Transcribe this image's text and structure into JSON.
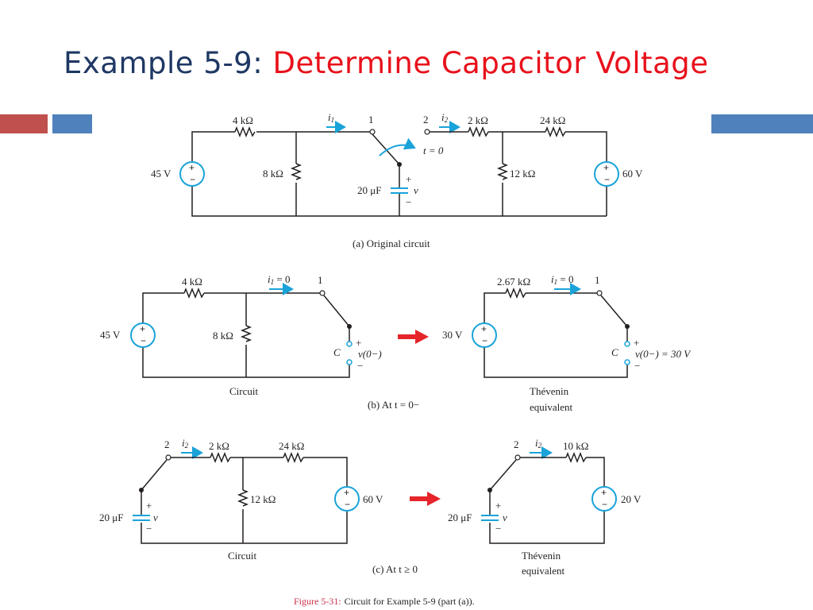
{
  "title": {
    "prefix": "Example 5-9:",
    "main": "Determine Capacitor Voltage"
  },
  "colors": {
    "title_dark_blue": "#1f3864",
    "title_red": "#e8111b",
    "bar_red": "#c0504d",
    "bar_blue": "#4f81bd",
    "wire_cyan": "#1aa3d9",
    "arrow_red": "#e5252a",
    "caption_red": "#c9304a"
  },
  "panel_a": {
    "r1": "4 kΩ",
    "r2": "8 kΩ",
    "r3": "2 kΩ",
    "r4": "24 kΩ",
    "r5": "12 kΩ",
    "v1": "45 V",
    "v2": "60 V",
    "i1": "i",
    "i1_sub": "1",
    "i2": "i",
    "i2_sub": "2",
    "node1": "1",
    "node2": "2",
    "t_label": "t = 0",
    "cap": "20 μF",
    "v": "v",
    "plus": "+",
    "minus": "−",
    "caption": "(a) Original circuit"
  },
  "panel_b_left": {
    "r1": "4 kΩ",
    "r2": "8 kΩ",
    "v1": "45 V",
    "i1": "i",
    "i1_sub": "1",
    "i1_eq": " = 0",
    "node1": "1",
    "c": "C",
    "v0": "v(0−)",
    "plus": "+",
    "minus": "−",
    "caption": "Circuit"
  },
  "panel_b_right": {
    "r": "2.67 kΩ",
    "v": "30 V",
    "i1": "i",
    "i1_sub": "1",
    "i1_eq": " = 0",
    "node1": "1",
    "c": "C",
    "v0": "v(0−) = 30 V",
    "plus": "+",
    "minus": "−",
    "caption_line1": "Thévenin",
    "caption_line2": "equivalent"
  },
  "panel_b_caption": "(b) At t = 0−",
  "panel_c_left": {
    "node2": "2",
    "i2": "i",
    "i2_sub": "2",
    "r1": "2 kΩ",
    "r2": "24 kΩ",
    "r3": "12 kΩ",
    "v": "60 V",
    "cap": "20 μF",
    "vv": "v",
    "plus": "+",
    "minus": "−",
    "caption": "Circuit"
  },
  "panel_c_right": {
    "node2": "2",
    "i2": "i",
    "i2_sub": "2",
    "r": "10 kΩ",
    "v": "20 V",
    "cap": "20 μF",
    "vv": "v",
    "plus": "+",
    "minus": "−",
    "caption_line1": "Thévenin",
    "caption_line2": "equivalent"
  },
  "panel_c_caption": "(c) At t ≥ 0",
  "figure_caption": {
    "label": "Figure 5-31:",
    "text": "Circuit for Example 5-9 (part (a))."
  }
}
